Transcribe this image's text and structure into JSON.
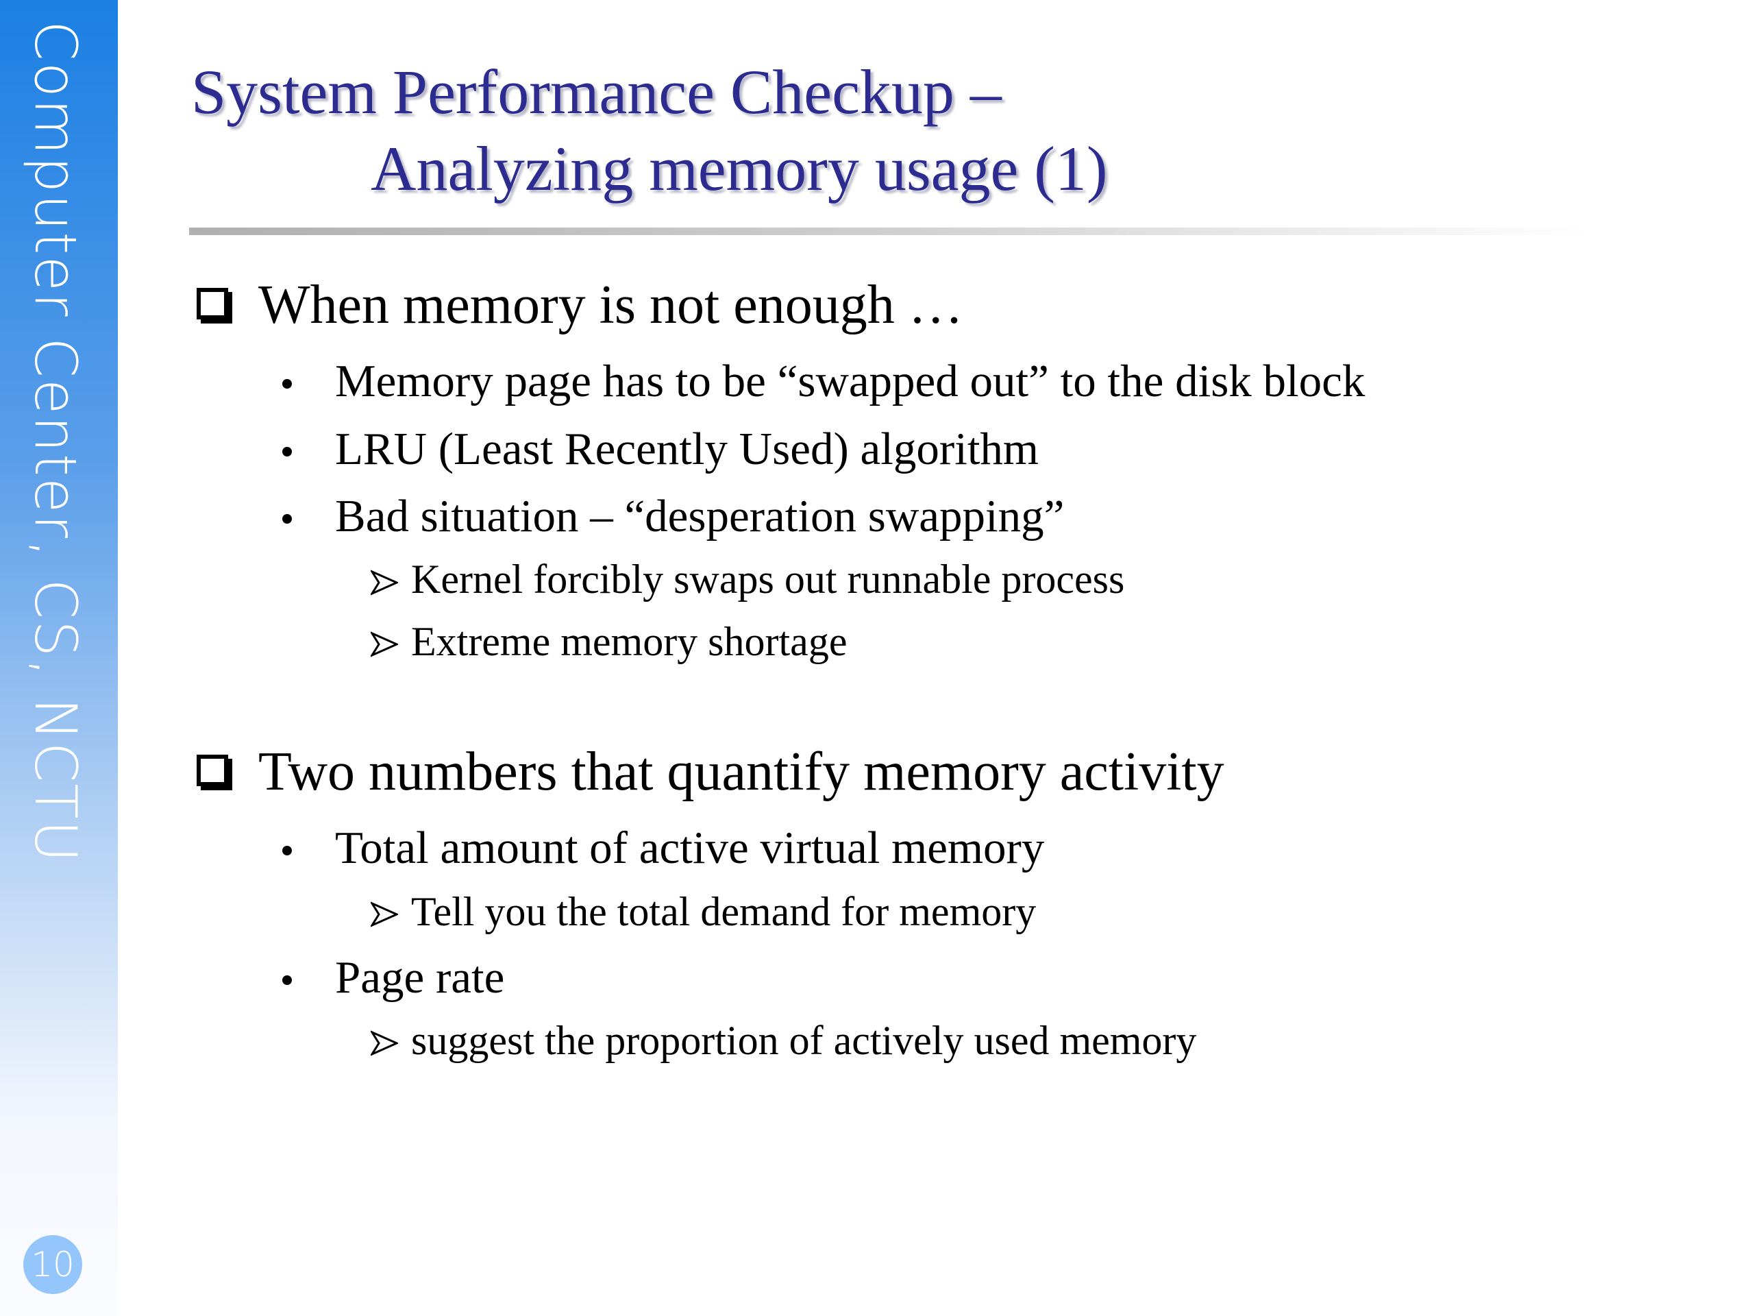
{
  "sidebar": {
    "text": "Computer Center, CS, NCTU",
    "page_number": "10",
    "accent": "#1b7fe3"
  },
  "title": {
    "line1": "System Performance Checkup –",
    "line2": "Analyzing memory usage (1)",
    "color": "#2b2b90"
  },
  "sections": [
    {
      "heading": "When memory is not enough …",
      "bullets": [
        {
          "text": "Memory page has to be “swapped out” to the disk block",
          "subs": []
        },
        {
          "text": "LRU (Least Recently Used) algorithm",
          "subs": []
        },
        {
          "text": "Bad situation – “desperation swapping”",
          "subs": [
            "Kernel forcibly swaps out runnable process",
            "Extreme memory shortage"
          ]
        }
      ]
    },
    {
      "heading": "Two numbers that quantify memory activity",
      "bullets": [
        {
          "text": "Total amount of active virtual memory",
          "subs": [
            "Tell you the total demand for memory"
          ]
        },
        {
          "text": "Page rate",
          "subs": [
            "suggest the proportion of actively used memory"
          ]
        }
      ]
    }
  ]
}
